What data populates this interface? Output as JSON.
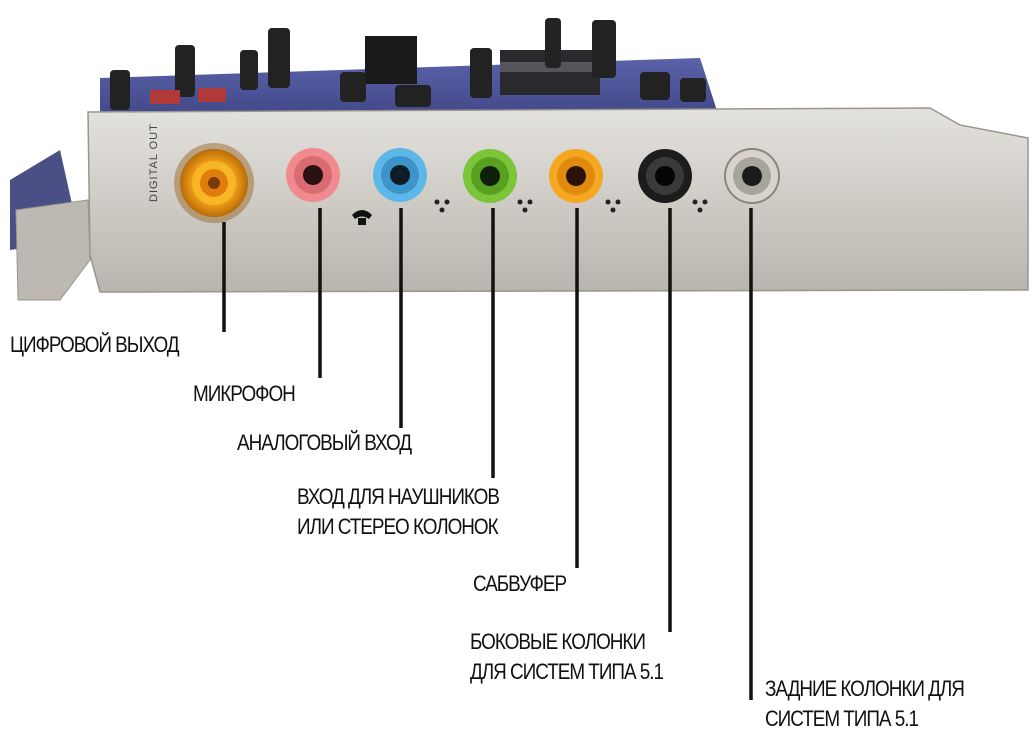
{
  "bracket": {
    "digital_text": "DIGITAL OUT"
  },
  "callouts": [
    {
      "id": "digital-out",
      "lines": [
        "ЦИФРОВОЙ ВЫХОД"
      ],
      "color": "#f4a418"
    },
    {
      "id": "microphone",
      "lines": [
        "МИКРОФОН"
      ],
      "color": "#f08a8e"
    },
    {
      "id": "line-in",
      "lines": [
        "АНАЛОГОВЫЙ ВХОД"
      ],
      "color": "#5cb8e8"
    },
    {
      "id": "headphones",
      "lines": [
        "ВХОД ДЛЯ НАУШНИКОВ",
        "ИЛИ СТЕРЕО КОЛОНОК"
      ],
      "color": "#7cc43a"
    },
    {
      "id": "subwoofer",
      "lines": [
        "САБВУФЕР"
      ],
      "color": "#f5a623"
    },
    {
      "id": "side-speakers",
      "lines": [
        "БОКОВЫЕ КОЛОНКИ",
        "ДЛЯ СИСТЕМ ТИПА 5.1"
      ],
      "color": "#1c1c1c"
    },
    {
      "id": "rear-speakers",
      "lines": [
        "ЗАДНИЕ КОЛОНКИ ДЛЯ",
        "СИСТЕМ ТИПА 5.1"
      ],
      "color": "#c8c4bc"
    }
  ]
}
